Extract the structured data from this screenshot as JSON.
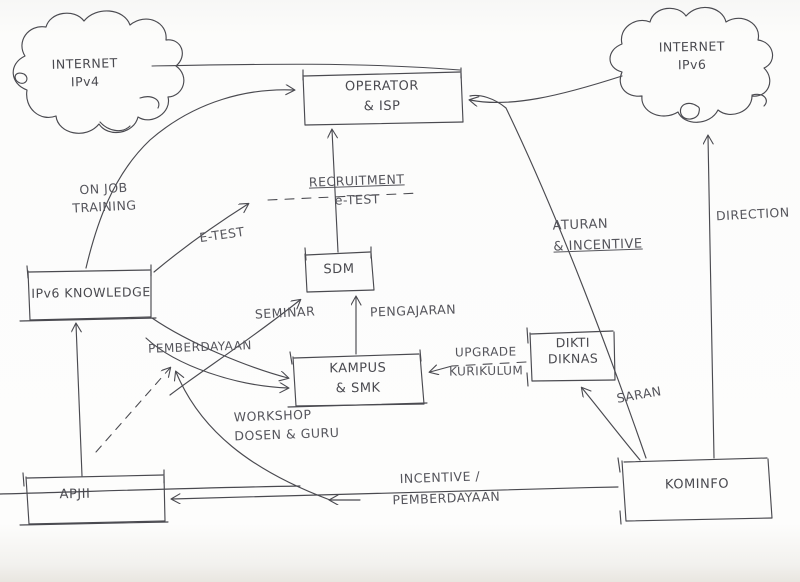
{
  "diagram": {
    "title": "IPv6 Adoption Stakeholder Diagram (hand-drawn sketch)",
    "kind": "hand-drawn flow diagram",
    "ink_color": "#4a4a50",
    "paper_color": "#fbfbfa",
    "nodes": [
      {
        "id": "internet-ipv4",
        "shape": "cloud",
        "line1": "INTERNET",
        "line2": "IPv4"
      },
      {
        "id": "internet-ipv6",
        "shape": "cloud",
        "line1": "INTERNET",
        "line2": "IPv6"
      },
      {
        "id": "operator-isp",
        "shape": "box",
        "line1": "OPERATOR",
        "line2": "& ISP"
      },
      {
        "id": "sdm",
        "shape": "box",
        "line1": "SDM",
        "line2": ""
      },
      {
        "id": "ipv6-knowledge",
        "shape": "box",
        "line1": "IPv6 KNOWLEDGE",
        "line2": ""
      },
      {
        "id": "kampus-smk",
        "shape": "box",
        "line1": "KAMPUS",
        "line2": "& SMK"
      },
      {
        "id": "dikti-diknas",
        "shape": "box",
        "line1": "DIKTI",
        "line2": "DIKNAS"
      },
      {
        "id": "kominfo",
        "shape": "box",
        "line1": "KOMINFO",
        "line2": ""
      },
      {
        "id": "apjii",
        "shape": "box",
        "line1": "APJII",
        "line2": ""
      }
    ],
    "edge_labels": [
      {
        "id": "on-job-training",
        "line1": "ON JOB",
        "line2": "TRAINING"
      },
      {
        "id": "e-test-left",
        "line1": "E-TEST",
        "line2": ""
      },
      {
        "id": "recruitment-e-test",
        "line1": "RECRUITMENT",
        "line2": "e-TEST"
      },
      {
        "id": "pemberdayaan-left",
        "line1": "PEMBERDAYAAN",
        "line2": ""
      },
      {
        "id": "seminar",
        "line1": "SEMINAR",
        "line2": ""
      },
      {
        "id": "pengajaran",
        "line1": "PENGAJARAN",
        "line2": ""
      },
      {
        "id": "workshop-dosen-guru",
        "line1": "WORKSHOP",
        "line2": "DOSEN & GURU"
      },
      {
        "id": "upgrade-kurikulum",
        "line1": "UPGRADE",
        "line2": "KURIKULUM"
      },
      {
        "id": "saran",
        "line1": "SARAN",
        "line2": ""
      },
      {
        "id": "aturan-incentive",
        "line1": "ATURAN",
        "line2": "& INCENTIVE"
      },
      {
        "id": "direction",
        "line1": "DIRECTION",
        "line2": ""
      },
      {
        "id": "incentive-pemberdayaan",
        "line1": "INCENTIVE /",
        "line2": "PEMBERDAYAAN"
      }
    ]
  }
}
